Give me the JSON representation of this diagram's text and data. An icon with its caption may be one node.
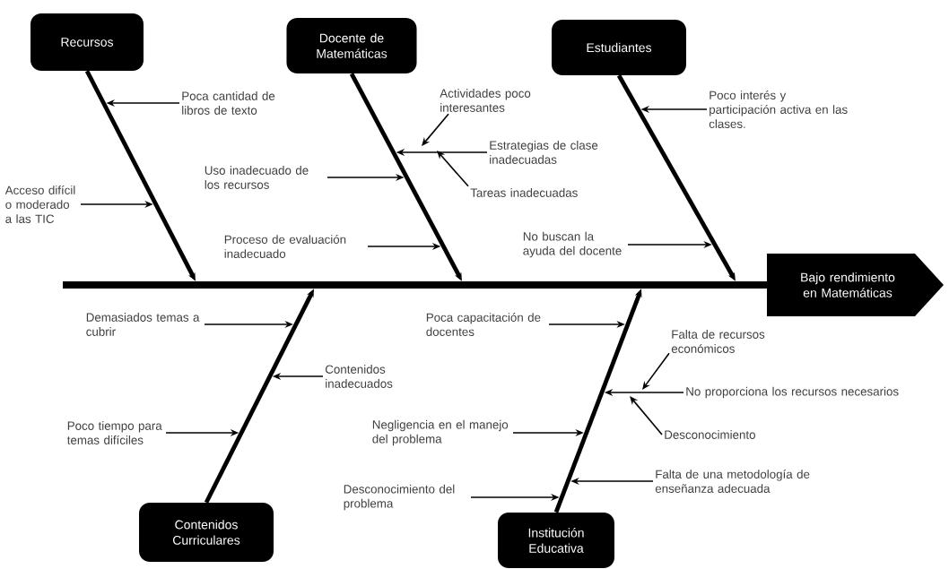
{
  "diagram": {
    "nodes": [
      {
        "text": [
          "Recursos"
        ]
      },
      {
        "text": [
          "Docente de Matemáticas"
        ]
      },
      {
        "text": [
          "Estudiantes"
        ]
      },
      {
        "text": [],
        "shape": "bar"
      },
      {
        "text": [
          "Bajo rendimiento en Matemáticas"
        ]
      },
      {
        "text": [
          "Contenidos Curriculares"
        ]
      },
      {
        "text": [
          "Institución Educativa"
        ]
      },
      {
        "text": [
          "Poca cantidad de libros de texto"
        ]
      },
      {
        "text": [
          "Acceso difícil o moderado a las TIC"
        ]
      },
      {
        "text": [
          "Uso inadecuado de los recursos"
        ]
      },
      {
        "text": [
          "Proceso de evaluación inadecuado"
        ]
      },
      {
        "text": [
          "Actividades poco interesantes"
        ]
      },
      {
        "text": [
          "Estrategias de clase inadecuadas"
        ]
      },
      {
        "text": [
          "Tareas inadecuadas"
        ]
      },
      {
        "text": [
          "Poco interés y participación activa en las clases."
        ]
      },
      {
        "text": [
          "No buscan la ayuda del docente"
        ]
      },
      {
        "text": [
          "Demasiados temas a cubrir"
        ]
      },
      {
        "text": [
          "Contenidos inadecuados"
        ]
      },
      {
        "text": [
          "Poco tiempo para temas difíciles"
        ]
      },
      {
        "text": [
          "Poca capacitación de docentes"
        ]
      },
      {
        "text": [
          "Falta de recursos económicos"
        ]
      },
      {
        "text": [
          "No proporciona los recursos necesarios"
        ]
      },
      {
        "text": [
          "Desconocimiento"
        ]
      },
      {
        "text": [
          "Negligencia en el manejo del problema"
        ]
      },
      {
        "text": [
          "Falta de una metodología de enseñanza adecuada"
        ]
      },
      {
        "text": [
          "Desconocimiento del problema"
        ]
      }
    ],
    "edges": [
      {
        "from": 0,
        "to": 3,
        "arrow": "to",
        "style": "thick"
      },
      {
        "from": 1,
        "to": 3,
        "arrow": "to",
        "style": "thick"
      },
      {
        "from": 2,
        "to": 3,
        "arrow": "to",
        "style": "thick"
      },
      {
        "from": 5,
        "to": 3,
        "arrow": "to",
        "style": "thick"
      },
      {
        "from": 6,
        "to": 3,
        "arrow": "to",
        "style": "thick"
      },
      {
        "from": 7,
        "to": null,
        "arrow": "to"
      },
      {
        "from": 8,
        "to": null,
        "arrow": "to"
      },
      {
        "from": 9,
        "to": null,
        "arrow": "to"
      },
      {
        "from": 10,
        "to": null,
        "arrow": "to"
      },
      {
        "from": 11,
        "to": null,
        "arrow": "to"
      },
      {
        "from": 12,
        "to": null,
        "arrow": "to"
      },
      {
        "from": 13,
        "to": null,
        "arrow": "to"
      },
      {
        "from": 14,
        "to": null,
        "arrow": "to"
      },
      {
        "from": 15,
        "to": null,
        "arrow": "to"
      },
      {
        "from": 16,
        "to": null,
        "arrow": "to"
      },
      {
        "from": 17,
        "to": null,
        "arrow": "to"
      },
      {
        "from": 18,
        "to": null,
        "arrow": "to"
      },
      {
        "from": 19,
        "to": null,
        "arrow": "to"
      },
      {
        "from": 20,
        "to": null,
        "arrow": "to"
      },
      {
        "from": 21,
        "to": null,
        "arrow": "to"
      },
      {
        "from": 22,
        "to": null,
        "arrow": "to"
      },
      {
        "from": 23,
        "to": null,
        "arrow": "to"
      },
      {
        "from": 24,
        "to": null,
        "arrow": "to"
      },
      {
        "from": 25,
        "to": null,
        "arrow": "to"
      }
    ]
  }
}
